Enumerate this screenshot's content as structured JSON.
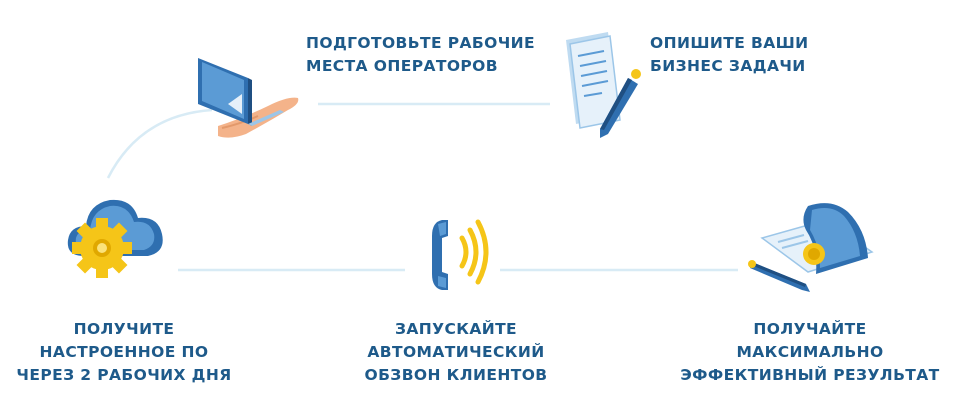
{
  "steps": {
    "prepare": {
      "lines": [
        "ПОДГОТОВЬТЕ РАБОЧИЕ",
        "МЕСТА ОПЕРАТОРОВ"
      ],
      "icon": "laptop-on-hand-icon"
    },
    "describe": {
      "lines": [
        "ОПИШИТЕ ВАШИ",
        "БИЗНЕС ЗАДАЧИ"
      ],
      "icon": "document-pen-icon"
    },
    "receive_setup": {
      "lines": [
        "ПОЛУЧИТЕ",
        "НАСТРОЕННОЕ ПО",
        "ЧЕРЕЗ 2 РАБОЧИХ ДНЯ"
      ],
      "icon": "cloud-gear-icon"
    },
    "launch_calls": {
      "lines": [
        "ЗАПУСКАЙТЕ",
        "АВТОМАТИЧЕСКИЙ",
        "ОБЗВОН КЛИЕНТОВ"
      ],
      "icon": "phone-handset-icon"
    },
    "get_result": {
      "lines": [
        "ПОЛУЧАЙТЕ",
        "МАКСИМАЛЬНО",
        "ЭФФЕКТИВНЫЙ РЕЗУЛЬТАТ"
      ],
      "icon": "document-seal-icon"
    }
  },
  "colors": {
    "text": "#1e5a8a",
    "connector": "#d8ebf5",
    "blue": "#2f6fb0",
    "light_blue": "#5b9bd5",
    "yellow": "#f5c518",
    "skin": "#f4b38a"
  }
}
